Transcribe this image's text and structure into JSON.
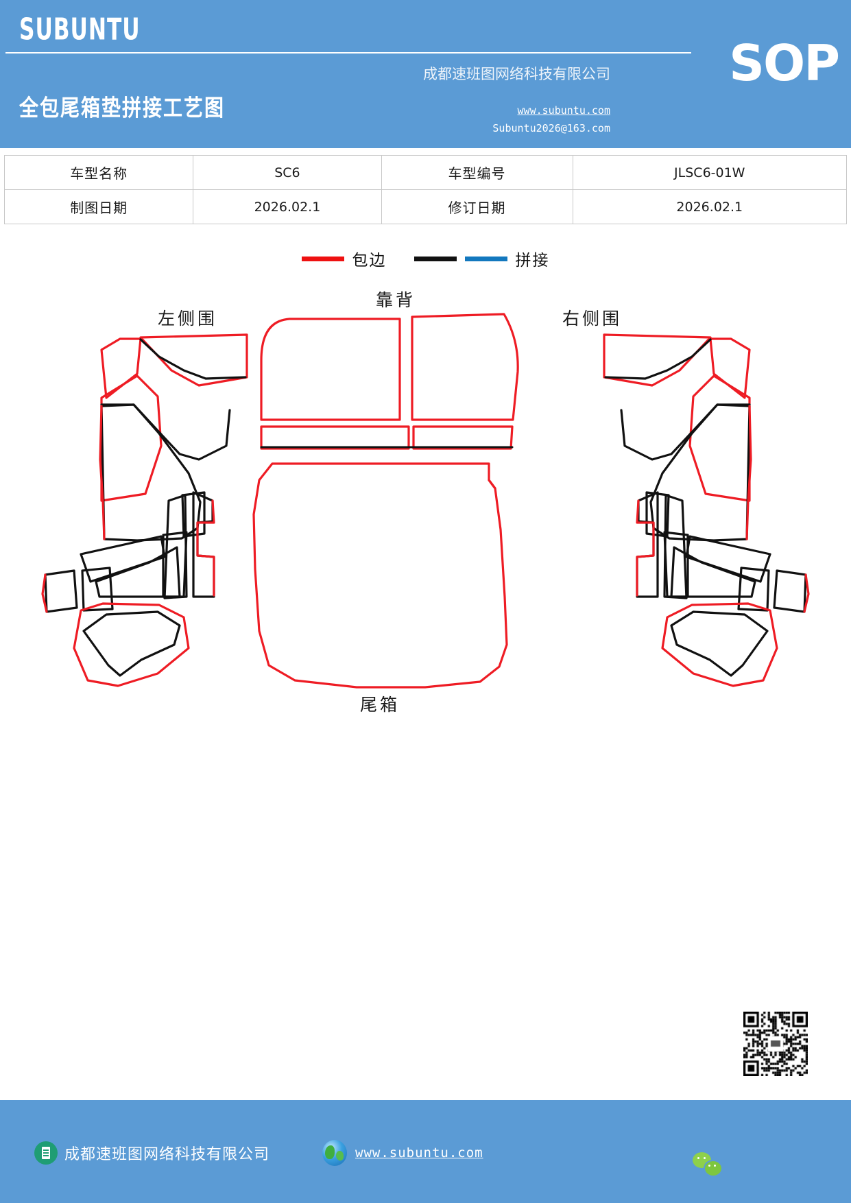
{
  "header": {
    "brand": "SUBUNTU",
    "doc_title": "全包尾箱垫拼接工艺图",
    "company": "成都速班图网络科技有限公司",
    "website": "www.subuntu.com",
    "email": "Subuntu2026@163.com",
    "badge": "SOP",
    "bg_color": "#5b9bd5"
  },
  "info_table": {
    "rows": [
      {
        "label_1": "车型名称",
        "value_1": "SC6",
        "label_2": "车型编号",
        "value_2": "JLSC6-01W"
      },
      {
        "label_1": "制图日期",
        "value_1": "2026.02.1",
        "label_2": "修订日期",
        "value_2": "2026.02.1"
      }
    ]
  },
  "legend": {
    "items": [
      {
        "color": "#ee1111",
        "label": "包边"
      },
      {
        "color": "#111111",
        "label": ""
      },
      {
        "color": "#1378be",
        "label": "拼接"
      }
    ],
    "binding_label": "包边",
    "splice_label": "拼接"
  },
  "diagram": {
    "labels": {
      "left_side": "左侧围",
      "backrest": "靠背",
      "right_side": "右侧围",
      "trunk": "尾箱"
    },
    "colors": {
      "binding": "#ee1c24",
      "splice": "#111111",
      "splice_alt": "#1378be"
    }
  },
  "footer": {
    "company": "成都速班图网络科技有限公司",
    "website": "www.subuntu.com",
    "bg_color": "#5b9bd5"
  }
}
